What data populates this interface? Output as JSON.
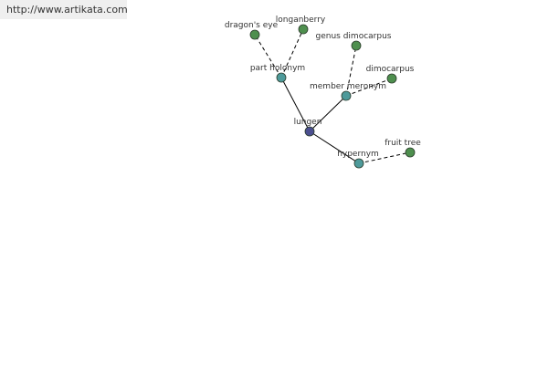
{
  "watermark": {
    "url": "http://www.artikata.com"
  },
  "colors": {
    "center_node": "#4b4f8f",
    "relation_node": "#4e9a9a",
    "leaf_node": "#4e8f4e",
    "node_stroke": "#2b3b2b",
    "solid_edge": "#000000",
    "dashed_edge": "#000000"
  },
  "graph": {
    "center": {
      "id": "lungen",
      "label": "lungen",
      "kind": "center"
    },
    "relations": [
      {
        "id": "part-holonym",
        "label": "part holonym",
        "kind": "relation",
        "children": [
          {
            "id": "dragons-eye",
            "label": "dragon's eye",
            "kind": "leaf"
          },
          {
            "id": "longanberry",
            "label": "longanberry",
            "kind": "leaf"
          }
        ]
      },
      {
        "id": "member-meronym",
        "label": "member meronym",
        "kind": "relation",
        "children": [
          {
            "id": "genus-dimocarpus",
            "label": "genus dimocarpus",
            "kind": "leaf"
          },
          {
            "id": "dimocarpus",
            "label": "dimocarpus",
            "kind": "leaf"
          }
        ]
      },
      {
        "id": "hypernym",
        "label": "hypernym",
        "kind": "relation",
        "children": [
          {
            "id": "fruit-tree",
            "label": "fruit tree",
            "kind": "leaf"
          }
        ]
      }
    ]
  }
}
